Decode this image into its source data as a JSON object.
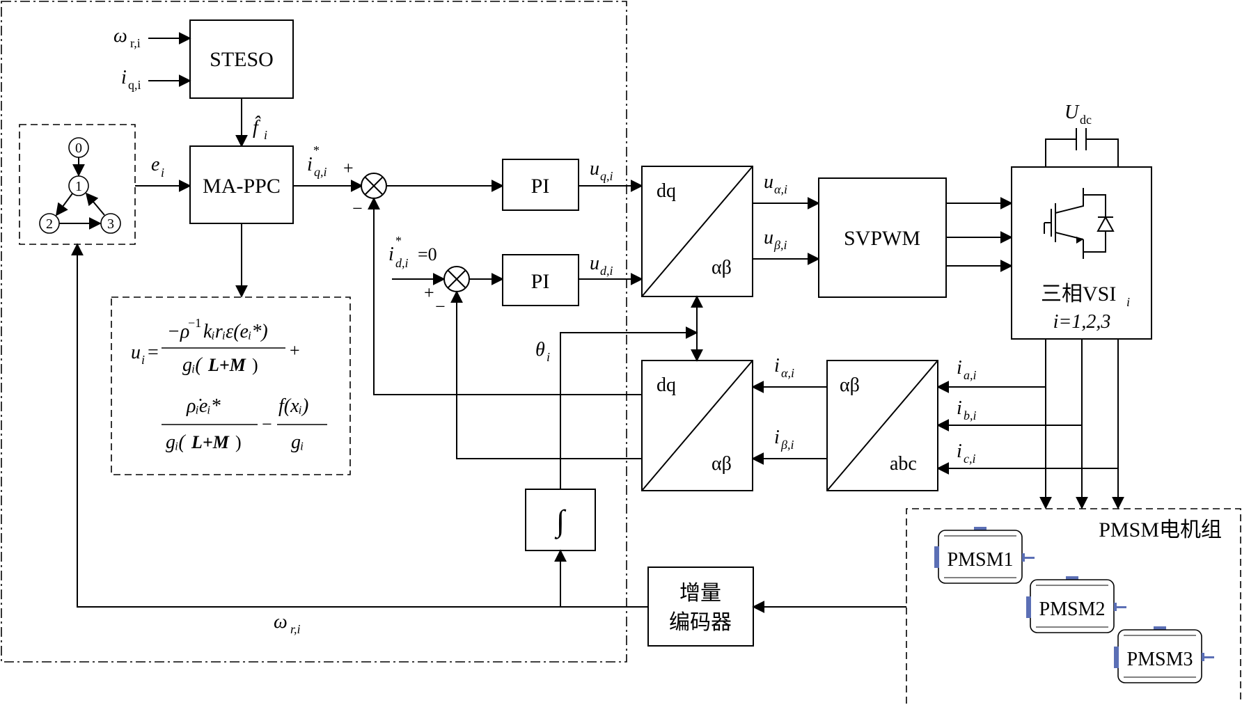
{
  "blocks": {
    "steso": "STESO",
    "ma_ppc": "MA-PPC",
    "pi": "PI",
    "svpwm": "SVPWM",
    "dq": "dq",
    "alpha_beta": "αβ",
    "abc": "abc",
    "inverter_label": "三相VSI",
    "inverter_sub": "i",
    "inverter_range": "i=1,2,3",
    "encoder_line1": "增量",
    "encoder_line2": "编码器",
    "integrator": "∫"
  },
  "topology": {
    "nodes": [
      "0",
      "1",
      "2",
      "3"
    ]
  },
  "signals": {
    "omega_r_i": "ω",
    "omega_sub": "r,i",
    "i_q_i": "i",
    "q_sub": "q,i",
    "f_hat": "f̂",
    "f_hat_sub": "i",
    "e_i": "e",
    "e_sub": "i",
    "i_q_ref": "i",
    "i_q_ref_sub": "q,i",
    "i_d_ref": "i",
    "i_d_ref_sub": "d,i",
    "i_d_ref_val": "=0",
    "u_q": "u",
    "u_q_sub": "q,i",
    "u_d": "u",
    "u_d_sub": "d,i",
    "u_alpha": "u",
    "u_alpha_sub": "α,i",
    "u_beta": "u",
    "u_beta_sub": "β,i",
    "i_alpha": "i",
    "i_alpha_sub": "α,i",
    "i_beta": "i",
    "i_beta_sub": "β,i",
    "i_a": "i",
    "i_a_sub": "a,i",
    "i_b": "i",
    "i_b_sub": "b,i",
    "i_c": "i",
    "i_c_sub": "c,i",
    "theta": "θ",
    "theta_sub": "i",
    "udc": "U",
    "udc_sub": "dc",
    "plus": "+",
    "minus": "−"
  },
  "motor_group": {
    "label": "PMSM电机组",
    "motors": [
      "PMSM1",
      "PMSM2",
      "PMSM3"
    ]
  },
  "colors": {
    "motor_terminal": "#5b6fb5"
  }
}
